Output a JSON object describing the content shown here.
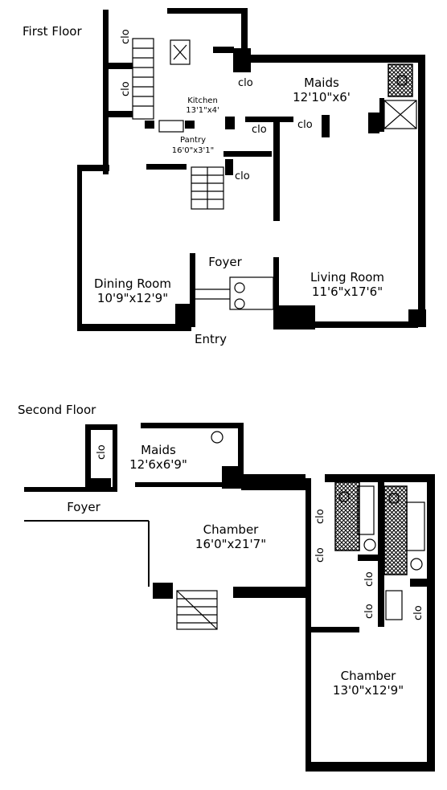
{
  "floors": [
    {
      "title": "First Floor",
      "rooms": {
        "maids": {
          "name": "Maids",
          "size": "12'10\"x6'"
        },
        "kitchen": {
          "name": "Kitchen",
          "size": "13'1\"x4'"
        },
        "pantry": {
          "name": "Pantry",
          "size": "16'0\"x3'1\""
        },
        "foyer": {
          "name": "Foyer"
        },
        "dining": {
          "name": "Dining Room",
          "size": "10'9\"x12'9\""
        },
        "living": {
          "name": "Living Room",
          "size": "11'6\"x17'6\""
        },
        "entry": {
          "name": "Entry"
        }
      },
      "closet_label": "clo"
    },
    {
      "title": "Second Floor",
      "rooms": {
        "maids": {
          "name": "Maids",
          "size": "12'6x6'9\""
        },
        "foyer": {
          "name": "Foyer"
        },
        "chamber1": {
          "name": "Chamber",
          "size": "16'0\"x21'7\""
        },
        "chamber2": {
          "name": "Chamber",
          "size": "13'0\"x12'9\""
        }
      },
      "closet_label": "clo"
    }
  ]
}
